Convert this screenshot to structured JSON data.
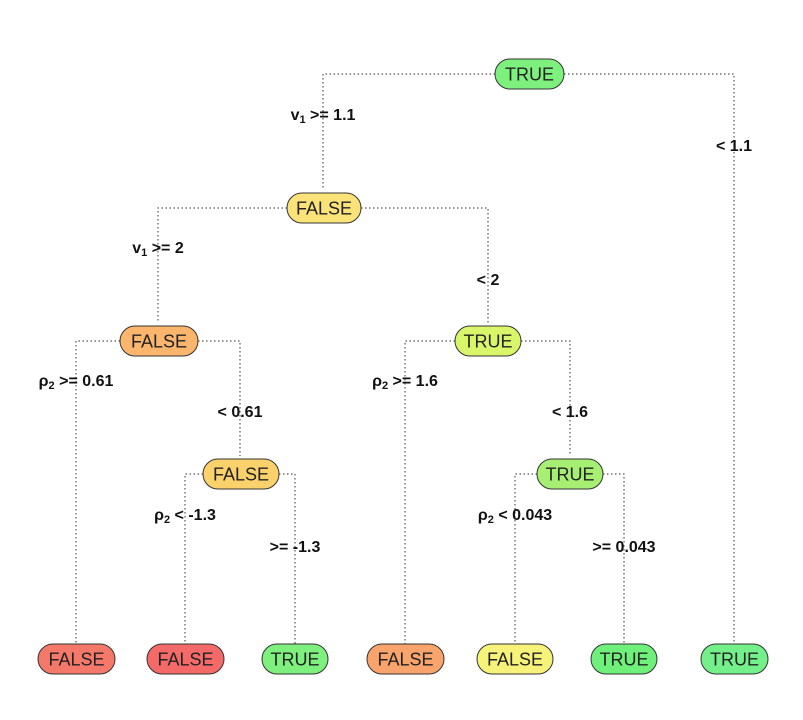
{
  "colors": {
    "true_bright": "#7df07d",
    "true_light": "#a6ef72",
    "true_yellowgreen": "#d9f56a",
    "false_yellow": "#fbe37a",
    "false_orange": "#fbbf6c",
    "false_darkorange": "#f8a46c",
    "false_red": "#f5796a",
    "false_lightyellow": "#f7f27a"
  },
  "nodes": {
    "root": {
      "label": "TRUE",
      "color": "#7df07d"
    },
    "n_v1_high": {
      "label": "FALSE",
      "color": "#fbe37a"
    },
    "n_v1_2": {
      "label": "FALSE",
      "color": "#fbb56c"
    },
    "n_lt2": {
      "label": "TRUE",
      "color": "#d9f56a"
    },
    "n_lt061": {
      "label": "FALSE",
      "color": "#fbd16c"
    },
    "n_lt16": {
      "label": "TRUE",
      "color": "#a6ef72"
    },
    "leaf1": {
      "label": "FALSE",
      "color": "#f5796a"
    },
    "leaf2": {
      "label": "FALSE",
      "color": "#f36a68"
    },
    "leaf3": {
      "label": "TRUE",
      "color": "#7df07d"
    },
    "leaf4": {
      "label": "FALSE",
      "color": "#f8a46c"
    },
    "leaf5": {
      "label": "FALSE",
      "color": "#f7f27a"
    },
    "leaf6": {
      "label": "TRUE",
      "color": "#6ff07a"
    },
    "leaf7": {
      "label": "TRUE",
      "color": "#74f08a"
    }
  },
  "splits": {
    "s_v1_ge_11": {
      "main": "v",
      "sub": "1",
      "rest": " >= 1.1"
    },
    "s_lt_11": {
      "main": "< 1.1",
      "sub": "",
      "rest": ""
    },
    "s_v1_ge_2": {
      "main": "v",
      "sub": "1",
      "rest": " >= 2"
    },
    "s_lt_2": {
      "main": "< 2",
      "sub": "",
      "rest": ""
    },
    "s_rho2_ge_061": {
      "main": "ρ",
      "sub": "2",
      "rest": " >= 0.61"
    },
    "s_lt_061": {
      "main": "< 0.61",
      "sub": "",
      "rest": ""
    },
    "s_rho2_ge_16": {
      "main": "ρ",
      "sub": "2",
      "rest": " >= 1.6"
    },
    "s_lt_16": {
      "main": "< 1.6",
      "sub": "",
      "rest": ""
    },
    "s_rho2_lt_m13": {
      "main": "ρ",
      "sub": "2",
      "rest": " < -1.3"
    },
    "s_ge_m13": {
      "main": ">= -1.3",
      "sub": "",
      "rest": ""
    },
    "s_rho2_lt_0043": {
      "main": "ρ",
      "sub": "2",
      "rest": " < 0.043"
    },
    "s_ge_0043": {
      "main": ">= 0.043",
      "sub": "",
      "rest": ""
    }
  }
}
